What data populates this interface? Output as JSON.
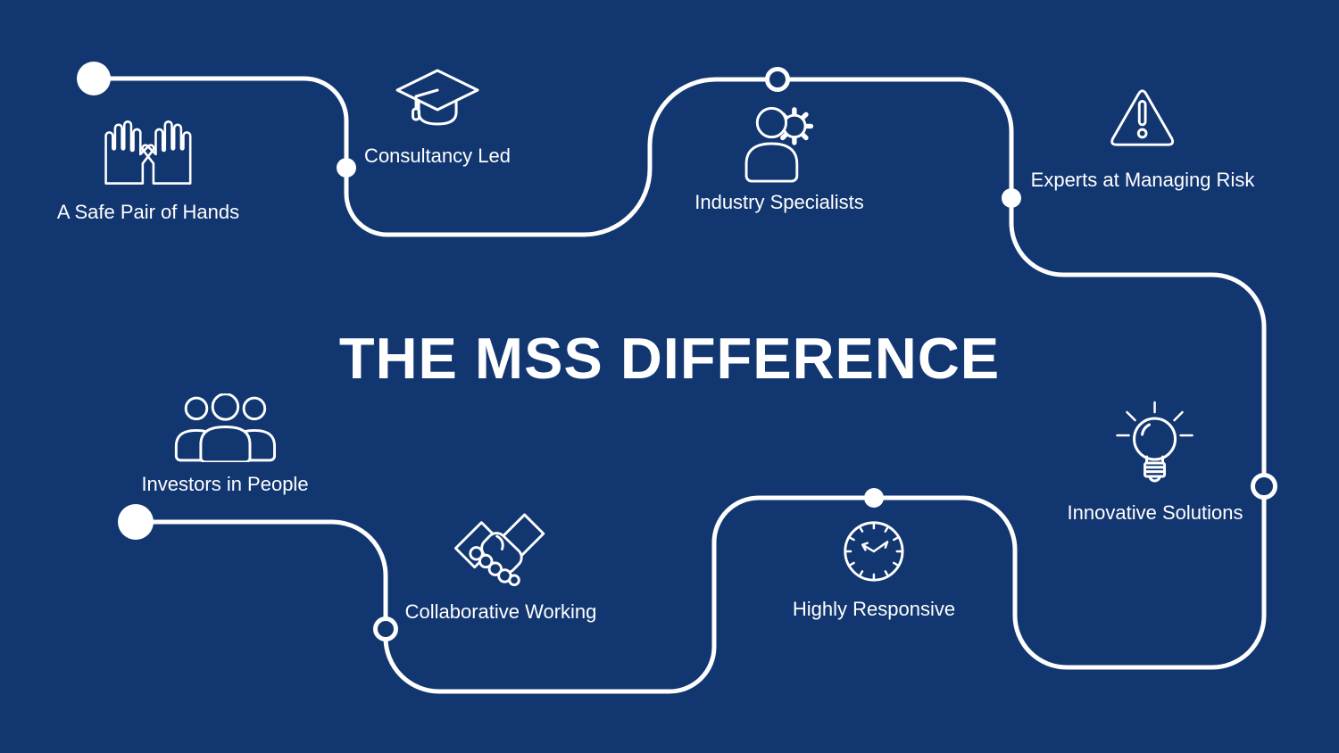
{
  "title": "THE MSS DIFFERENCE",
  "colors": {
    "background": "#113670",
    "path_line": "#ffffff",
    "text": "#ffffff"
  },
  "items": [
    {
      "label": "A Safe Pair of Hands",
      "icon": "hands-icon"
    },
    {
      "label": "Consultancy Led",
      "icon": "graduation-cap-icon"
    },
    {
      "label": "Industry Specialists",
      "icon": "person-gear-icon"
    },
    {
      "label": "Experts at Managing Risk",
      "icon": "warning-triangle-icon"
    },
    {
      "label": "Investors in People",
      "icon": "people-icon"
    },
    {
      "label": "Collaborative Working",
      "icon": "handshake-icon"
    },
    {
      "label": "Highly Responsive",
      "icon": "clock-icon"
    },
    {
      "label": "Innovative Solutions",
      "icon": "lightbulb-icon"
    }
  ],
  "path_nodes": [
    {
      "for": "A Safe Pair of Hands",
      "style": "large-filled-circle"
    },
    {
      "for": "Consultancy Led",
      "style": "small-filled-circle"
    },
    {
      "for": "Industry Specialists",
      "style": "small-hollow-circle"
    },
    {
      "for": "Experts at Managing Risk",
      "style": "small-filled-circle"
    },
    {
      "for": "Innovative Solutions",
      "style": "small-hollow-circle"
    },
    {
      "for": "Highly Responsive",
      "style": "small-filled-circle"
    },
    {
      "for": "Collaborative Working",
      "style": "small-hollow-circle"
    },
    {
      "for": "Investors in People",
      "style": "large-filled-circle"
    }
  ]
}
